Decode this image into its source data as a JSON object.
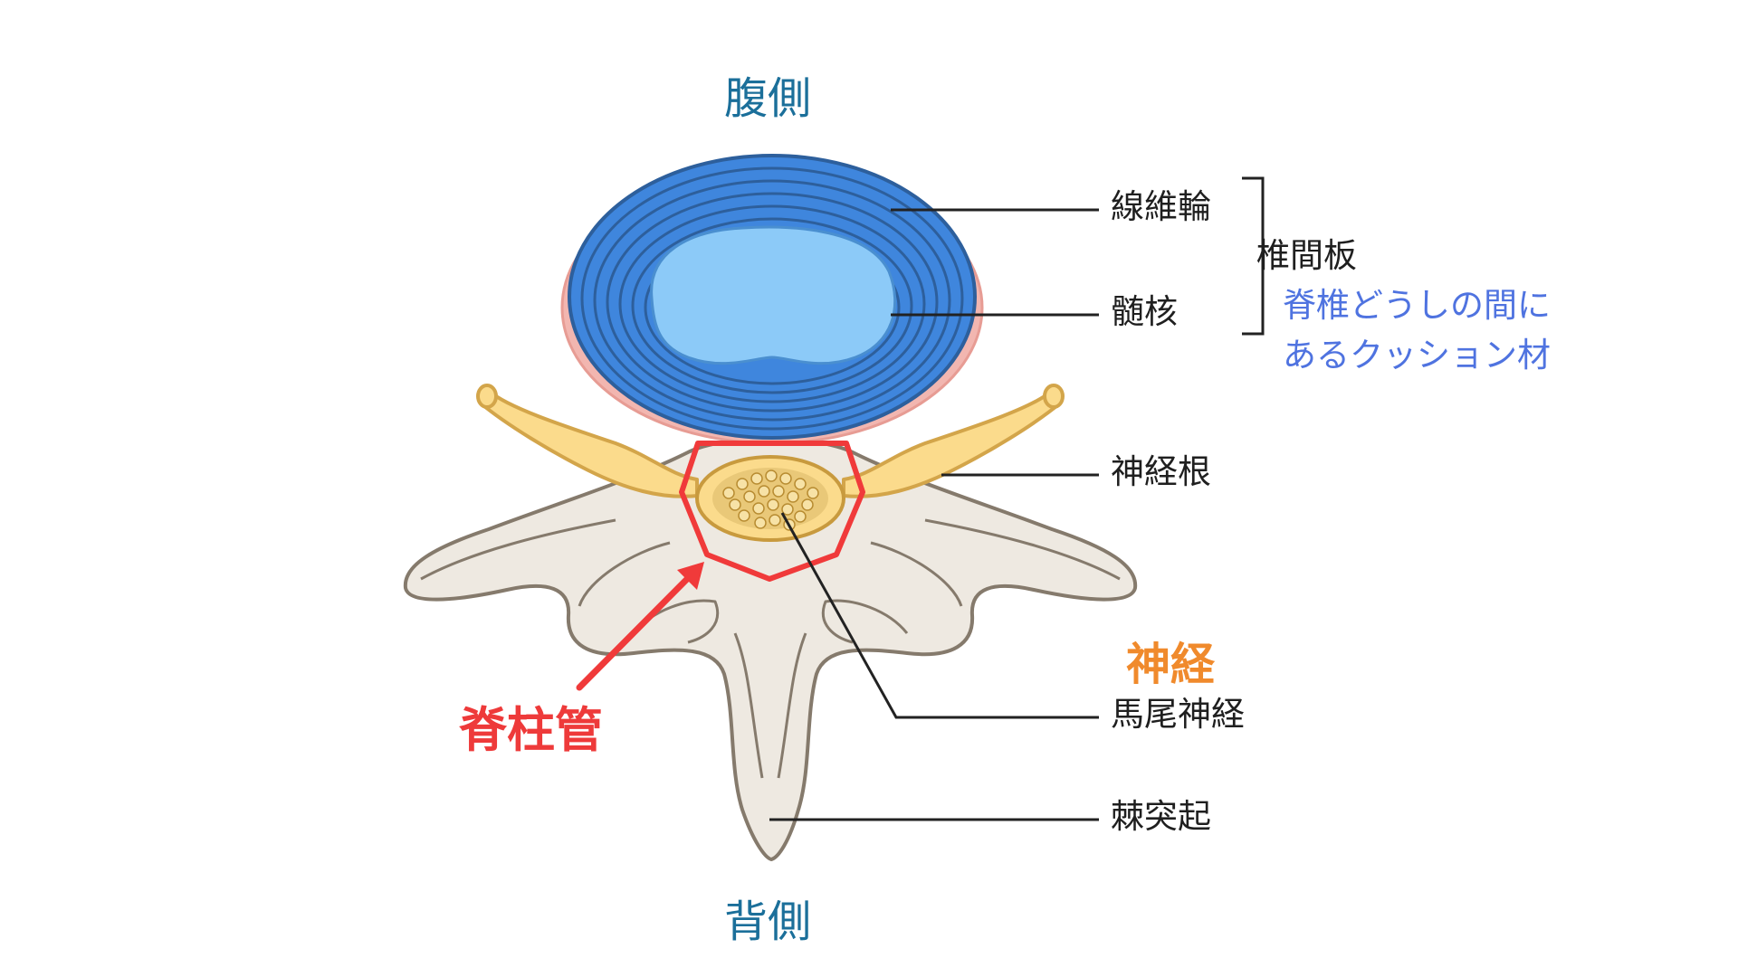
{
  "labels": {
    "ventral": "腹側",
    "dorsal": "背側",
    "annulus_fibrosus": "線維輪",
    "nucleus_pulposus": "髄核",
    "intervertebral_disc": "椎間板",
    "disc_note_line1": "脊椎どうしの間に",
    "disc_note_line2": "あるクッション材",
    "nerve_root": "神経根",
    "nerves": "神経",
    "cauda_equina": "馬尾神経",
    "spinal_canal": "脊柱管",
    "spinous_process": "棘突起"
  },
  "colors": {
    "annulus_blue": "#3f86dd",
    "annulus_ring_line": "#2d5f9c",
    "nucleus_blue": "#8ccaf8",
    "disc_shadow_pink": "#f2b6b0",
    "nerve_yellow": "#fbdb8c",
    "nerve_outline": "#d3a54a",
    "bone_fill": "#eee9e1",
    "bone_outline": "#857a6c",
    "canal_red": "#f03a3a",
    "direction_blue": "#1b6f9a",
    "note_blue": "#4f73e0",
    "nerve_label_orange": "#f08a2c"
  }
}
